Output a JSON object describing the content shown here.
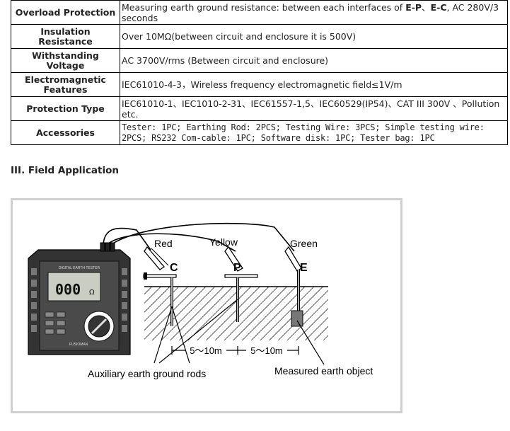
{
  "spec_table": {
    "rows": [
      {
        "label": "Overload Protection",
        "value_parts": [
          "Measuring earth ground resistance: between each interfaces of ",
          "E-P",
          "、",
          "E-C",
          ", AC 280V/3 seconds"
        ]
      },
      {
        "label": "Insulation Resistance",
        "value": "Over 10MΩ(between circuit and enclosure it is 500V)"
      },
      {
        "label": "Withstanding Voltage",
        "value": "AC 3700V/rms (Between circuit and enclosure)"
      },
      {
        "label": "Electromagnetic Features",
        "value": "IEC61010-4-3，Wireless frequency electromagnetic field≤1V/m"
      },
      {
        "label": "Protection Type",
        "value": "IEC61010-1、IEC1010-2-31、IEC61557-1,5、IEC60529(IP54)、CAT III 300V 、Pollution etc."
      },
      {
        "label": "Accessories",
        "value": "Tester: 1PC; Earthing Rod: 2PCS; Testing Wire: 3PCS; Simple testing wire: 2PCS; RS232 Com-cable: 1PC; Software disk: 1PC; Tester bag: 1PC"
      }
    ]
  },
  "section": {
    "heading": "III. Field Application"
  },
  "figure": {
    "wire_labels": {
      "red": "Red",
      "yellow": "Yellow",
      "green": "Green"
    },
    "terminal_labels": {
      "c": "C",
      "p": "P",
      "e": "E"
    },
    "distance_1": "5～10m",
    "distance_2": "5～10m",
    "caption_left": "Auxiliary earth ground rods",
    "caption_right": "Measured earth object",
    "device_panel_text": "DIGITAL EARTH TESTER",
    "display_reading": "000",
    "display_unit": "Ω",
    "brand": "FUSIOMAN"
  }
}
